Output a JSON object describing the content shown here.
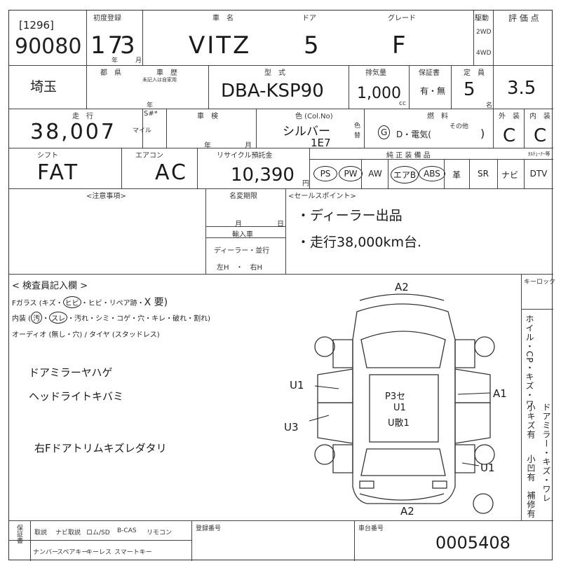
{
  "header": {
    "lot_bracket": "[1296]",
    "lot_number": "90080",
    "labels": {
      "first_reg": "初度登録",
      "car_name": "車　名",
      "doors": "ドア",
      "grade": "グレード",
      "drive": "駆動",
      "drive_2wd": "2WD",
      "drive_4wd": "4WD",
      "score": "評 価 点"
    },
    "first_reg_year": "17",
    "first_reg_month": "3",
    "year_unit": "年",
    "month_unit": "月",
    "car_name": "VITZ",
    "doors": "5",
    "grade": "F",
    "score": "3.5"
  },
  "row2": {
    "labels": {
      "area": "都　県",
      "type_label": "車　歴",
      "type_note": "未記入は自家用",
      "year_unit": "年",
      "model": "型　式",
      "displacement": "排気量",
      "warranty": "保証書",
      "capacity": "定　員"
    },
    "area": "埼玉",
    "model": "DBA-KSP90",
    "displacement": "1,000",
    "cc_unit": "cc",
    "warranty_options": "有・無",
    "capacity": "5",
    "capacity_unit": "名"
  },
  "row3": {
    "labels": {
      "mileage": "走　行",
      "s": "S#*",
      "inspection": "車　検",
      "color": "色 (Col.No)",
      "fuel": "燃　料",
      "exterior": "外　装",
      "interior": "内　装",
      "year": "年",
      "month": "月",
      "mile": "マイル",
      "color_change": "色\n替",
      "other": "その他"
    },
    "mileage": "38,007",
    "color_text": "シルバー",
    "color_code": "1E7",
    "fuel_g": "G",
    "fuel_rest": "D・電気(",
    "fuel_close": ")",
    "exterior": "C",
    "interior": "C"
  },
  "row4": {
    "labels": {
      "shift": "シフト",
      "ac": "エアコン",
      "recycle": "リサイクル預託金",
      "yen": "円",
      "equipment": "純 正 装 備 品",
      "chuner": "ｶﾙﾁｭｰﾅｰ等"
    },
    "shift": "FAT",
    "ac": "AC",
    "recycle_fee": "10,390",
    "equipment": [
      "PS",
      "PW",
      "AW",
      "エアB",
      "ABS",
      "革",
      "SR",
      "ナビ",
      "DTV"
    ]
  },
  "row5": {
    "labels": {
      "notes": "<注意事項>",
      "name_change": "名変期限",
      "month": "月",
      "day": "日",
      "import": "輸入車",
      "dealer_parallel": "ディーラー・並行",
      "lh_rh": "左H　・　右H",
      "sales_point": "<セールスポイント>"
    },
    "sales_point_1": "・ディーラー出品",
    "sales_point_2": "・走行38,000km台."
  },
  "inspector": {
    "title": "< 検査員記入欄 >",
    "line1_prefix": "Fガラス (キズ・",
    "line1_circled": "ヒビ",
    "line1_rest": "・ヒビ・リペア跡・",
    "line1_x": "X 要)",
    "line2_prefix": "内装 (",
    "line2_a": "汚",
    "line2_b": "スレ",
    "line2_rest": "・汚れ・シミ・コゲ・穴・キレ・破れ・割れ)",
    "line3": "オーディオ (無し・穴) / タイヤ (スタッドレス)",
    "note1": "ドアミラーヤハゲ",
    "note2": "ヘッドライトキバミ",
    "note3": "右Fドアトリムキズレダタリ",
    "key_label": "キーロック",
    "right_vertical": "ホイル・CP・キズ・ワ",
    "right_vertical2": "ドアミラー・キズ・ワレ",
    "right_small": "小キズ有",
    "right_small2": "小凹有",
    "right_repair": "補修有"
  },
  "diagram": {
    "marks": {
      "front": "A2",
      "rear": "A2",
      "left_front": "U1",
      "left_rear": "U3",
      "right_front": "A1",
      "right_rear": "U1",
      "roof1": "P3セ",
      "roof2": "U1",
      "roof3": "U散1"
    }
  },
  "footer": {
    "labels": {
      "warranty": "保証書",
      "navi": "取説",
      "navi_manual": "ナビ取説",
      "rom": "ロム/SD",
      "bcas": "B-CAS",
      "remote": "リモコン",
      "number": "ナンバー",
      "spare_key": "スペアキー",
      "keyless": "キーレス",
      "smart_key": "スマートキー",
      "reg_no": "登録番号",
      "chassis_no": "車台番号"
    },
    "chassis": "0005408"
  }
}
